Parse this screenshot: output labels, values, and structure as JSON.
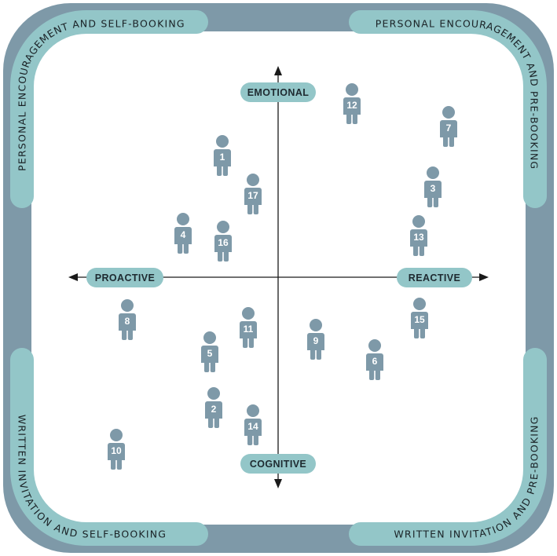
{
  "colors": {
    "frame": "#7e99a8",
    "tab": "#93c6c8",
    "person": "#7e99a8",
    "axis": "#1a1a1a",
    "person_text": "#ffffff"
  },
  "axes": {
    "top": "EMOTIONAL",
    "bottom": "COGNITIVE",
    "left": "PROACTIVE",
    "right": "REACTIVE"
  },
  "corners": {
    "top_left": "PERSONAL ENCOURAGEMENT AND SELF-BOOKING",
    "top_right": "PERSONAL ENCOURAGEMENT AND PRE-BOOKING",
    "bottom_left": "WRITTEN INVITATION AND SELF-BOOKING",
    "bottom_right": "WRITTEN INVITATION AND PRE-BOOKING"
  },
  "people_icon": "person-icon",
  "people": [
    {
      "id": "1"
    },
    {
      "id": "2"
    },
    {
      "id": "3"
    },
    {
      "id": "4"
    },
    {
      "id": "5"
    },
    {
      "id": "6"
    },
    {
      "id": "7"
    },
    {
      "id": "8"
    },
    {
      "id": "9"
    },
    {
      "id": "10"
    },
    {
      "id": "11"
    },
    {
      "id": "12"
    },
    {
      "id": "13"
    },
    {
      "id": "14"
    },
    {
      "id": "15"
    },
    {
      "id": "16"
    },
    {
      "id": "17"
    }
  ]
}
